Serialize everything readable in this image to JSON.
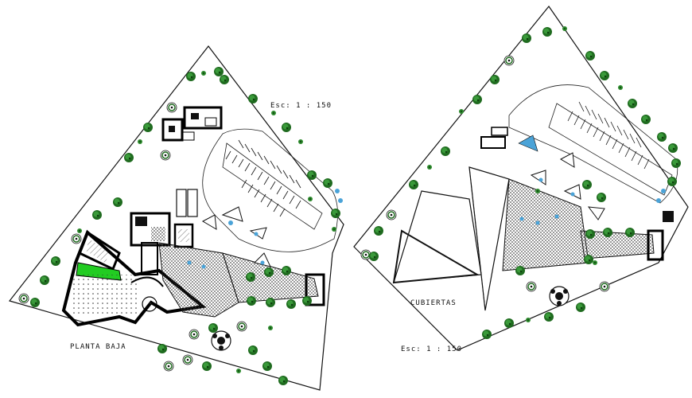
{
  "labels": {
    "scale_left": "Esc: 1 : 150",
    "scale_right": "Esc: 1 : 150",
    "plan_left": "PLANTA BAJA",
    "plan_right": "CUBIERTAS"
  },
  "colors": {
    "line": "#111111",
    "tree": "#1f6b1f",
    "tree_light": "#3a9a3a",
    "water": "#4aa3d8",
    "accent_green": "#22cc22"
  }
}
